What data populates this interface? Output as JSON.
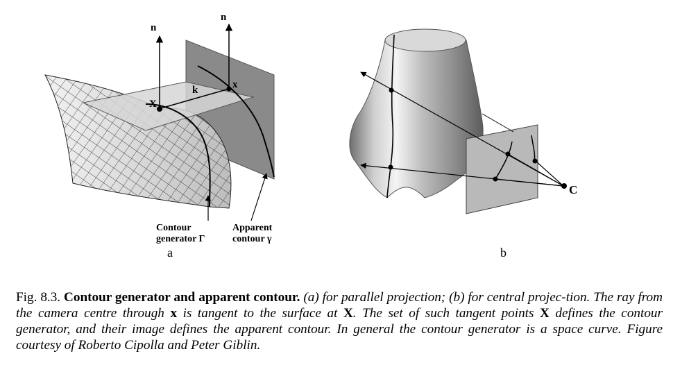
{
  "figure": {
    "panel_a": {
      "label_n": "n",
      "label_k": "k",
      "label_x": "x",
      "label_X": "X",
      "contour_generator_line1": "Contour",
      "contour_generator_line2": "generator Γ",
      "apparent_contour_line1": "Apparent",
      "apparent_contour_line2": "contour γ",
      "panel_letter": "a"
    },
    "panel_b": {
      "label_C": "C",
      "panel_letter": "b"
    }
  },
  "caption": {
    "fig_number": "Fig. 8.3.",
    "title": "Contour generator and apparent contour.",
    "text_1": "(a) for parallel projection; (b) for central projec-tion. The ray from the camera centre through ",
    "sym_x": "x",
    "text_2": " is tangent to the surface at ",
    "sym_X": "X",
    "text_3": ". The set of such tangent points ",
    "sym_X2": "X",
    "text_4": " defines the contour generator, and their image defines the apparent contour. In general the contour generator is a space curve. Figure courtesy of Roberto Cipolla and Peter Giblin."
  }
}
